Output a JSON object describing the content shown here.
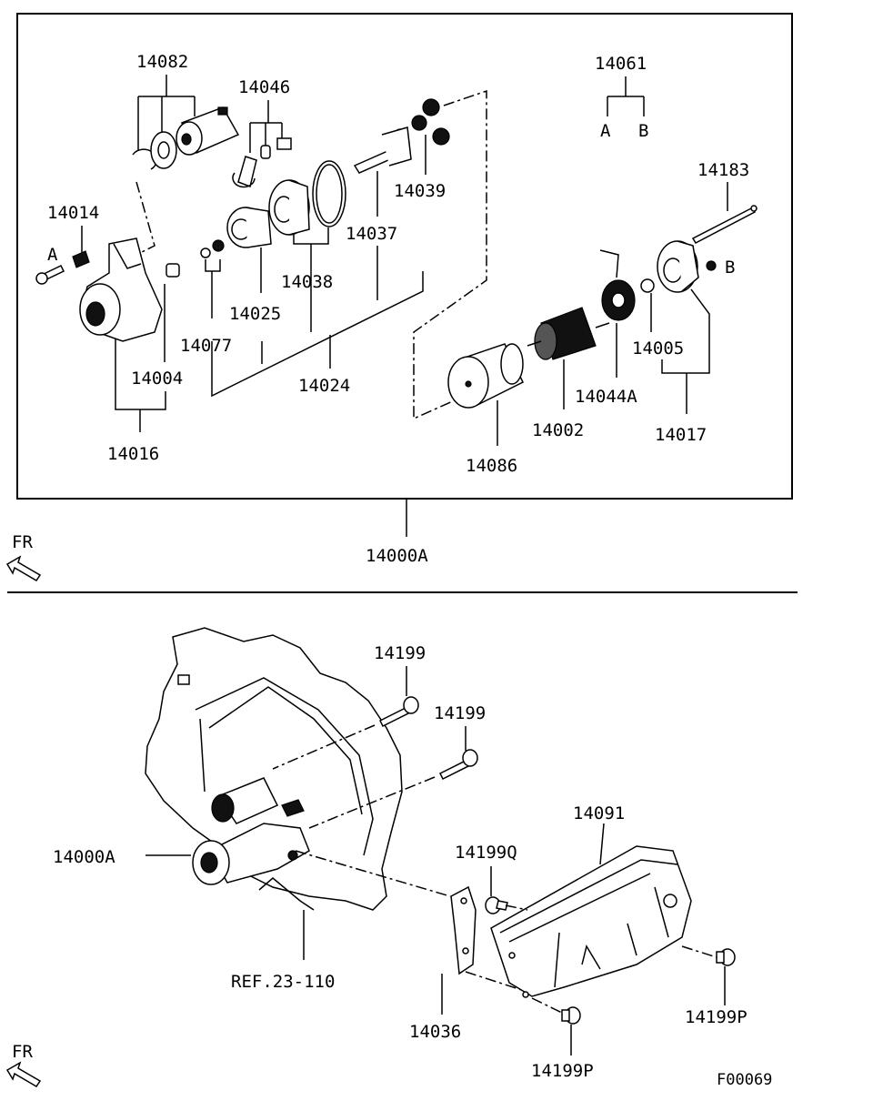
{
  "upper": {
    "labels": {
      "p14082": "14082",
      "p14046": "14046",
      "p14061": "14061",
      "p14061a": "A",
      "p14061b": "B",
      "p14183": "14183",
      "p14014": "14014",
      "markA": "A",
      "markB": "B",
      "p14039": "14039",
      "p14037": "14037",
      "p14038": "14038",
      "p14025": "14025",
      "p14077": "14077",
      "p14004": "14004",
      "p14024": "14024",
      "p14016": "14016",
      "p14005": "14005",
      "p14044a": "14044A",
      "p14002": "14002",
      "p14017": "14017",
      "p14086": "14086",
      "p14000a": "14000A"
    },
    "fr": "FR"
  },
  "lower": {
    "labels": {
      "p14199_1": "14199",
      "p14199_2": "14199",
      "p14000a": "14000A",
      "p14091": "14091",
      "p14199q": "14199Q",
      "ref": "REF.23-110",
      "p14036": "14036",
      "p14199p_1": "14199P",
      "p14199p_2": "14199P"
    },
    "fr": "FR",
    "figure_code": "F00069"
  }
}
